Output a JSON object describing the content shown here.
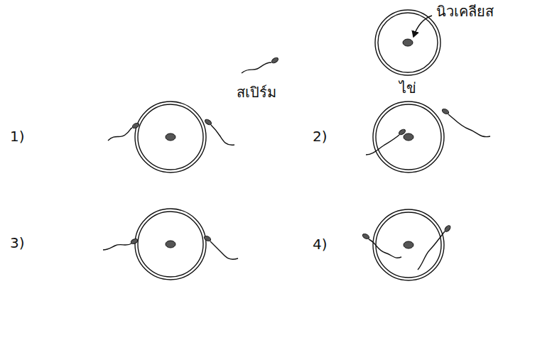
{
  "diagram": {
    "labels": [
      "นิวเคลียส",
      "สเปิร์ม",
      "ไข่",
      "1)",
      "2)",
      "3)",
      "4)"
    ]
  }
}
